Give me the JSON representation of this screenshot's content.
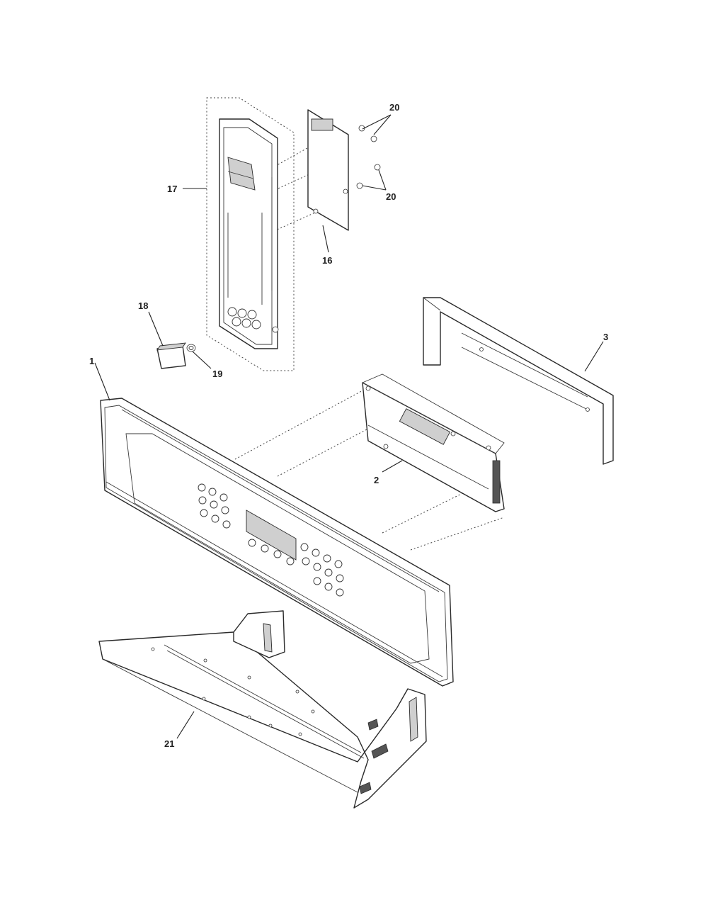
{
  "callouts": {
    "c1": "1",
    "c2": "2",
    "c3": "3",
    "c16": "16",
    "c17": "17",
    "c18": "18",
    "c19": "19",
    "c20a": "20",
    "c20b": "20",
    "c21": "21"
  },
  "colors": {
    "line": "#2a2a2a",
    "background": "#ffffff"
  }
}
